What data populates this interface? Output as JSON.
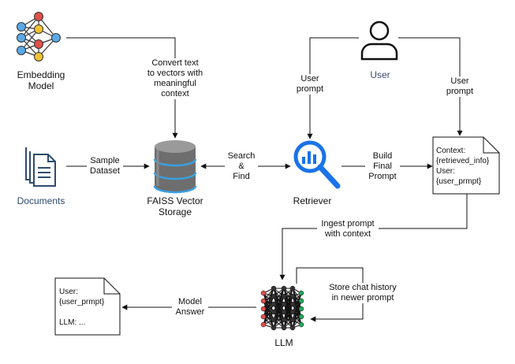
{
  "nodes": {
    "embedding_model": {
      "label_line1": "Embedding",
      "label_line2": "Model"
    },
    "documents": {
      "label": "Documents",
      "color": "#2f4b6e"
    },
    "faiss": {
      "label_line1": "FAISS Vector",
      "label_line2": "Storage"
    },
    "retriever": {
      "label": "Retriever"
    },
    "user": {
      "label": "User",
      "color": "#3a4a6b"
    },
    "llm": {
      "label": "LLM"
    },
    "context_doc": {
      "lines": [
        "Context:",
        "{retrieved_info}",
        "User:",
        "{user_prmpt}"
      ]
    },
    "answer_doc": {
      "lines": [
        "User:",
        "{user_prmpt}",
        "",
        "LLM: ..."
      ]
    }
  },
  "edges": {
    "embed_to_faiss": {
      "line1": "Convert text",
      "line2": "to vectors with",
      "line3": "meaningful",
      "line4": "context"
    },
    "docs_to_faiss": {
      "line1": "Sample",
      "line2": "Dataset"
    },
    "faiss_retriever": {
      "line1": "Search",
      "line2": "&",
      "line3": "Find"
    },
    "user_to_retriever": {
      "line1": "User",
      "line2": "prompt"
    },
    "user_to_context": {
      "line1": "User",
      "line2": "prompt"
    },
    "retriever_to_context": {
      "line1": "Build",
      "line2": "Final",
      "line3": "Prompt"
    },
    "context_to_llm": {
      "line1": "Ingest prompt",
      "line2": "with context"
    },
    "llm_history": {
      "line1": "Store chat history",
      "line2": "in newer prompt"
    },
    "llm_to_answer": {
      "line1": "Model",
      "line2": "Answer"
    }
  },
  "colors": {
    "blue_icon": "#1a73e8",
    "node_blue": "#5aa9e6",
    "node_red": "#e0504a",
    "node_yellow": "#f1c232",
    "node_green": "#26a65b",
    "node_dark": "#333333",
    "db_gray": "#6e6e6e",
    "db_blue": "#3aa0e0"
  }
}
